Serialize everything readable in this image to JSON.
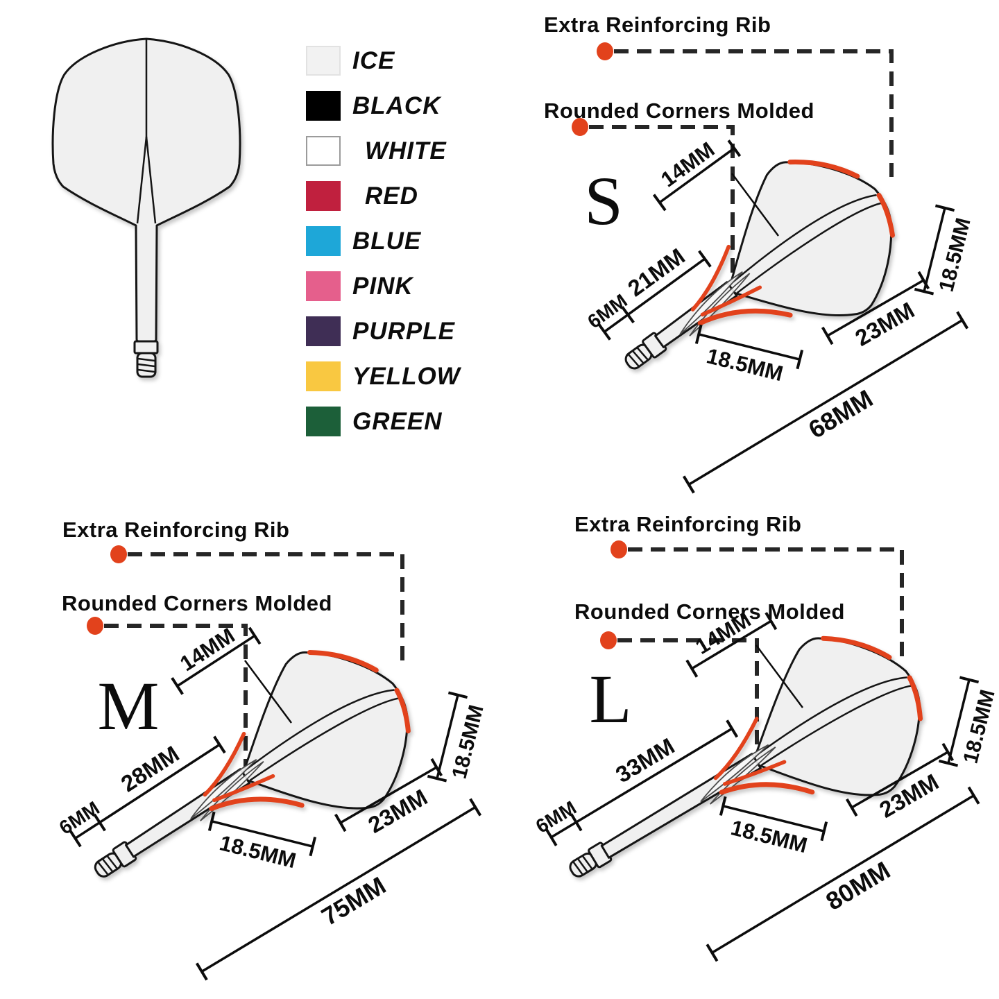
{
  "colors": {
    "accent": "#e2421c",
    "outline": "#151515",
    "flight_fill": "#f0f0f0",
    "dash": "#262626",
    "background": "#ffffff"
  },
  "legend": {
    "items": [
      {
        "label": "ICE",
        "color": "#f2f2f2",
        "border": "#e2e2e2"
      },
      {
        "label": "BLACK",
        "color": "#000000"
      },
      {
        "label": "WHITE",
        "color": "#ffffff",
        "border": "#9b9b9b"
      },
      {
        "label": "RED",
        "color": "#c0203e"
      },
      {
        "label": "BLUE",
        "color": "#1ea7d8"
      },
      {
        "label": "PINK",
        "color": "#e55f8c"
      },
      {
        "label": "PURPLE",
        "color": "#3f2e55"
      },
      {
        "label": "YELLOW",
        "color": "#f9c841"
      },
      {
        "label": "GREEN",
        "color": "#1c5f39"
      }
    ]
  },
  "annotations": {
    "rib": "Extra Reinforcing Rib",
    "corners": "Rounded Corners Molded"
  },
  "sizes": [
    {
      "letter": "S",
      "dims": {
        "offset": "14MM",
        "tip": "6MM",
        "shaft": "21MM",
        "flight_base": "18.5MM",
        "flight_edge": "23MM",
        "flight_side": "18.5MM",
        "total": "68MM"
      }
    },
    {
      "letter": "M",
      "dims": {
        "offset": "14MM",
        "tip": "6MM",
        "shaft": "28MM",
        "flight_base": "18.5MM",
        "flight_edge": "23MM",
        "flight_side": "18.5MM",
        "total": "75MM"
      }
    },
    {
      "letter": "L",
      "dims": {
        "offset": "14MM",
        "tip": "6MM",
        "shaft": "33MM",
        "flight_base": "18.5MM",
        "flight_edge": "23MM",
        "flight_side": "18.5MM",
        "total": "80MM"
      }
    }
  ]
}
